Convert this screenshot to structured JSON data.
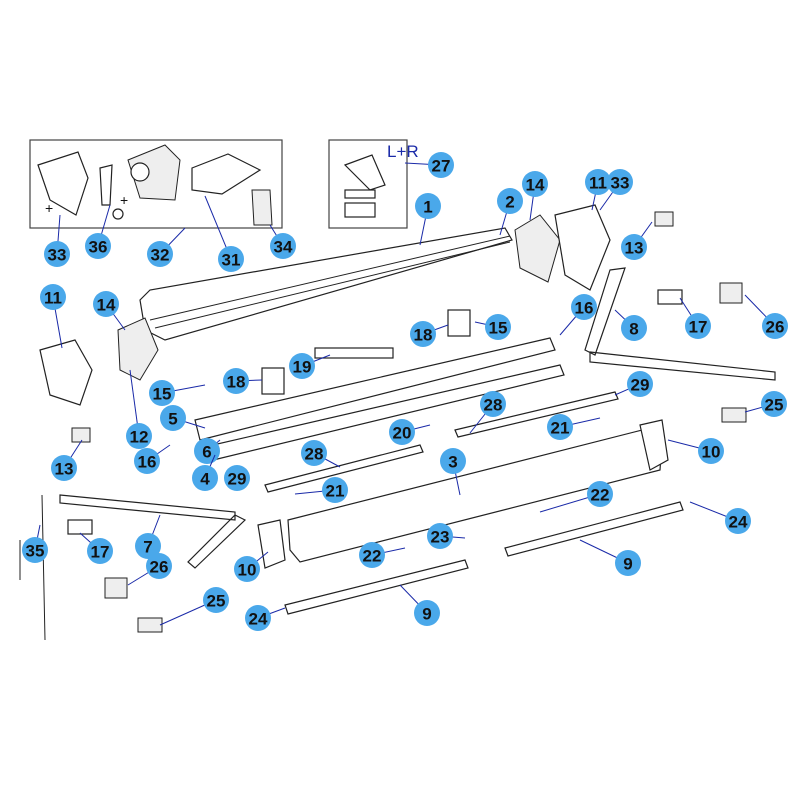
{
  "diagram": {
    "kit_note": "L+R",
    "plus_sign": "+",
    "callouts": [
      "33",
      "36",
      "32",
      "31",
      "34",
      "27",
      "1",
      "2",
      "14",
      "11",
      "33",
      "13",
      "16",
      "8",
      "17",
      "26",
      "11",
      "14",
      "15",
      "18",
      "19",
      "15",
      "18",
      "5",
      "12",
      "16",
      "6",
      "4",
      "29",
      "28",
      "25",
      "21",
      "20",
      "10",
      "13",
      "28",
      "3",
      "29",
      "21",
      "22",
      "24",
      "35",
      "17",
      "7",
      "23",
      "22",
      "9",
      "26",
      "10",
      "25",
      "24",
      "9"
    ],
    "colors": {
      "bubble": "#4aa8ea",
      "leader": "#1a2aa8",
      "outline": "#222222"
    }
  }
}
